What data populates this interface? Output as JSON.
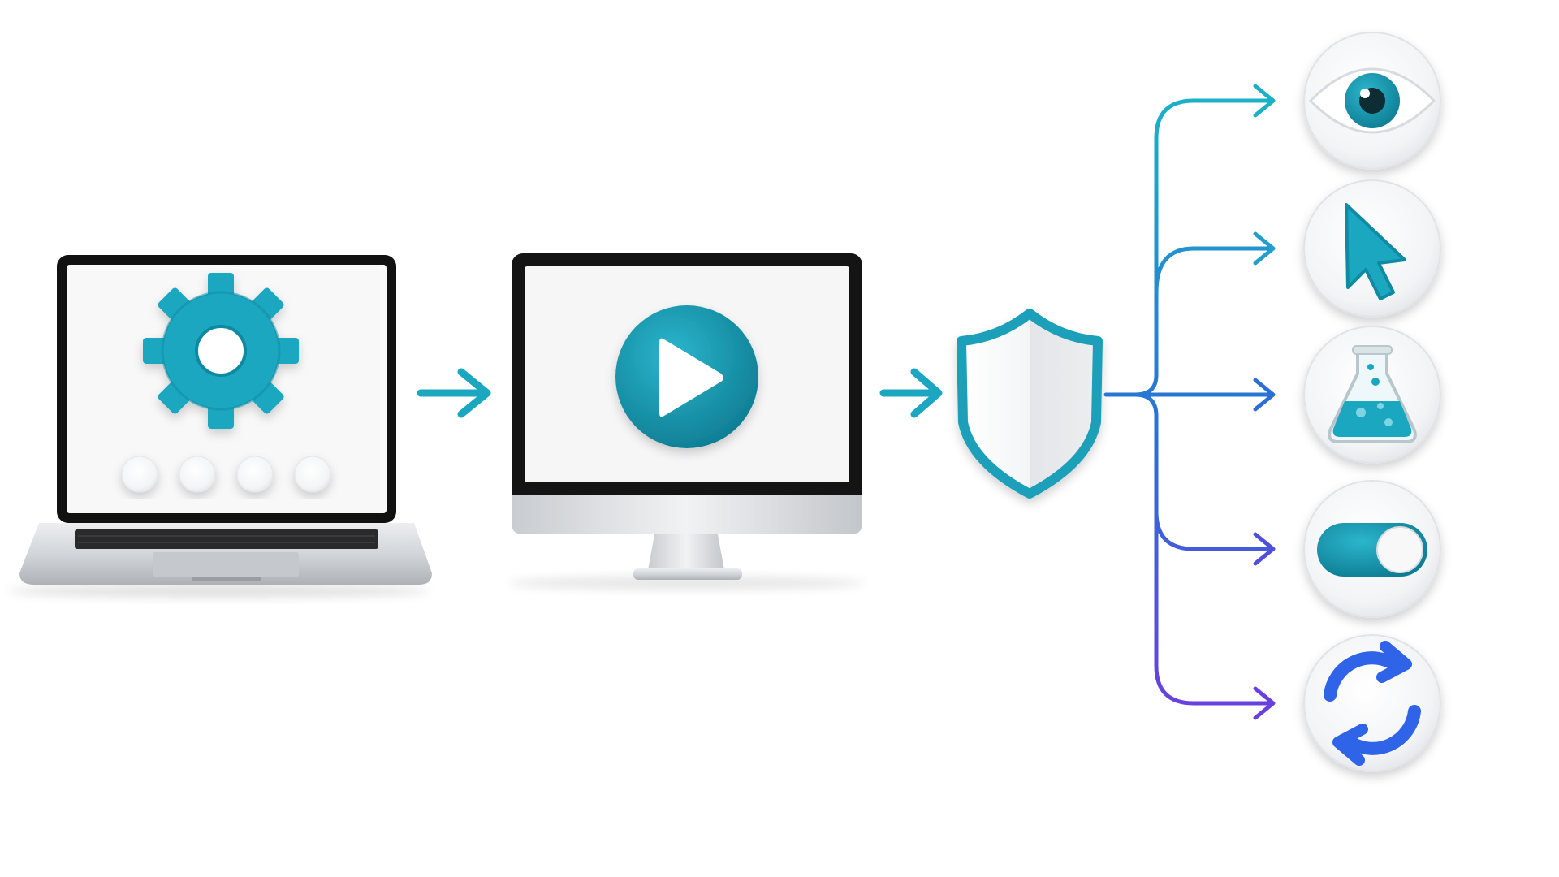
{
  "diagram": {
    "nodes": [
      {
        "id": "configure",
        "icon": "gear-icon",
        "device": "laptop"
      },
      {
        "id": "run",
        "icon": "play-icon",
        "device": "desktop-monitor"
      },
      {
        "id": "protect",
        "icon": "shield-icon"
      }
    ],
    "outputs": [
      {
        "id": "observe",
        "icon": "eye-icon"
      },
      {
        "id": "interact",
        "icon": "cursor-icon"
      },
      {
        "id": "experiment",
        "icon": "flask-icon"
      },
      {
        "id": "toggle",
        "icon": "toggle-switch-icon"
      },
      {
        "id": "iterate",
        "icon": "refresh-cycle-icon"
      }
    ],
    "colors": {
      "accent_teal": "#1b9fb8",
      "teal_dark": "#0f7f96",
      "branch_top": "#1ab1c7",
      "branch_mid": "#2b6fd6",
      "branch_bottom": "#6a3fe0",
      "refresh_blue": "#2f63e8",
      "screen_bezel": "#1a1a1a",
      "aluminum": "#d4d6d9"
    }
  }
}
